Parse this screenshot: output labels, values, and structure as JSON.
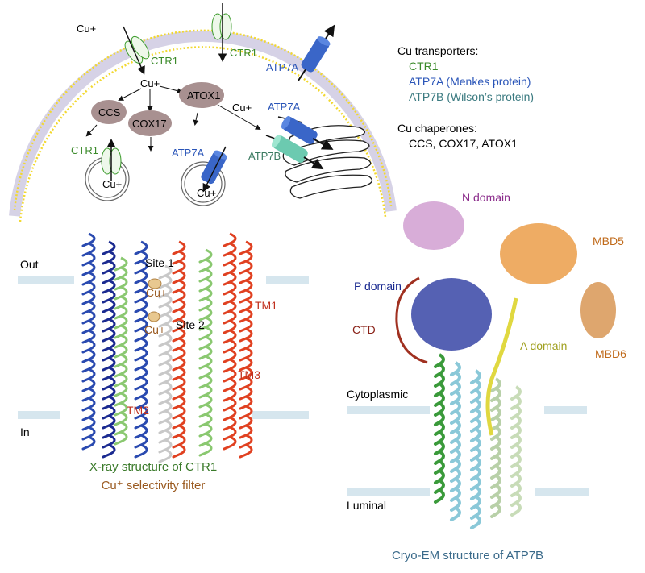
{
  "colors": {
    "green": "#3a8a2a",
    "blue": "#2a55b8",
    "teal": "#3a7a80",
    "red": "#c0301e",
    "brown": "#9a5a20",
    "purple": "#8a2a8a",
    "orange": "#c06a1a",
    "navy": "#1a2a90",
    "darkred": "#8a2218",
    "olive": "#a0a020",
    "steel": "#3a6a8a"
  },
  "legend": {
    "transporters_title": "Cu transporters:",
    "ctr1": "CTR1",
    "atp7a": "ATP7A (Menkes protein)",
    "atp7b": "ATP7B (Wilson’s protein)",
    "chaperones_title": "Cu chaperones:",
    "chaperones": "CCS, COX17, ATOX1"
  },
  "cell": {
    "cu_in": "Cu+",
    "ctr1_a": "CTR1",
    "ctr1_b": "CTR1",
    "atp7a_pm": "ATP7A",
    "cu_center": "Cu+",
    "atox1": "ATOX1",
    "ccs": "CCS",
    "cox17": "COX17",
    "cu_golgi": "Cu+",
    "atp7a_golgi": "ATP7A",
    "atp7b_golgi": "ATP7B",
    "ctr1_vesicle": "CTR1",
    "cu_vesicle1": "Cu+",
    "atp7a_vesicle": "ATP7A",
    "cu_vesicle2": "Cu+"
  },
  "ctr1_panel": {
    "out": "Out",
    "in": "In",
    "site1": "Site 1",
    "site2": "Site 2",
    "cu1": "Cu+",
    "cu2": "Cu+",
    "tm1": "TM1",
    "tm2": "TM2",
    "tm3": "TM3",
    "caption1": "X-ray structure of CTR1",
    "caption2": "Cu⁺ selectivity filter"
  },
  "atp7b_panel": {
    "n_domain": "N domain",
    "mbd5": "MBD5",
    "p_domain": "P domain",
    "ctd": "CTD",
    "a_domain": "A domain",
    "mbd6": "MBD6",
    "cytoplasmic": "Cytoplasmic",
    "luminal": "Luminal",
    "caption": "Cryo-EM structure of ATP7B"
  }
}
